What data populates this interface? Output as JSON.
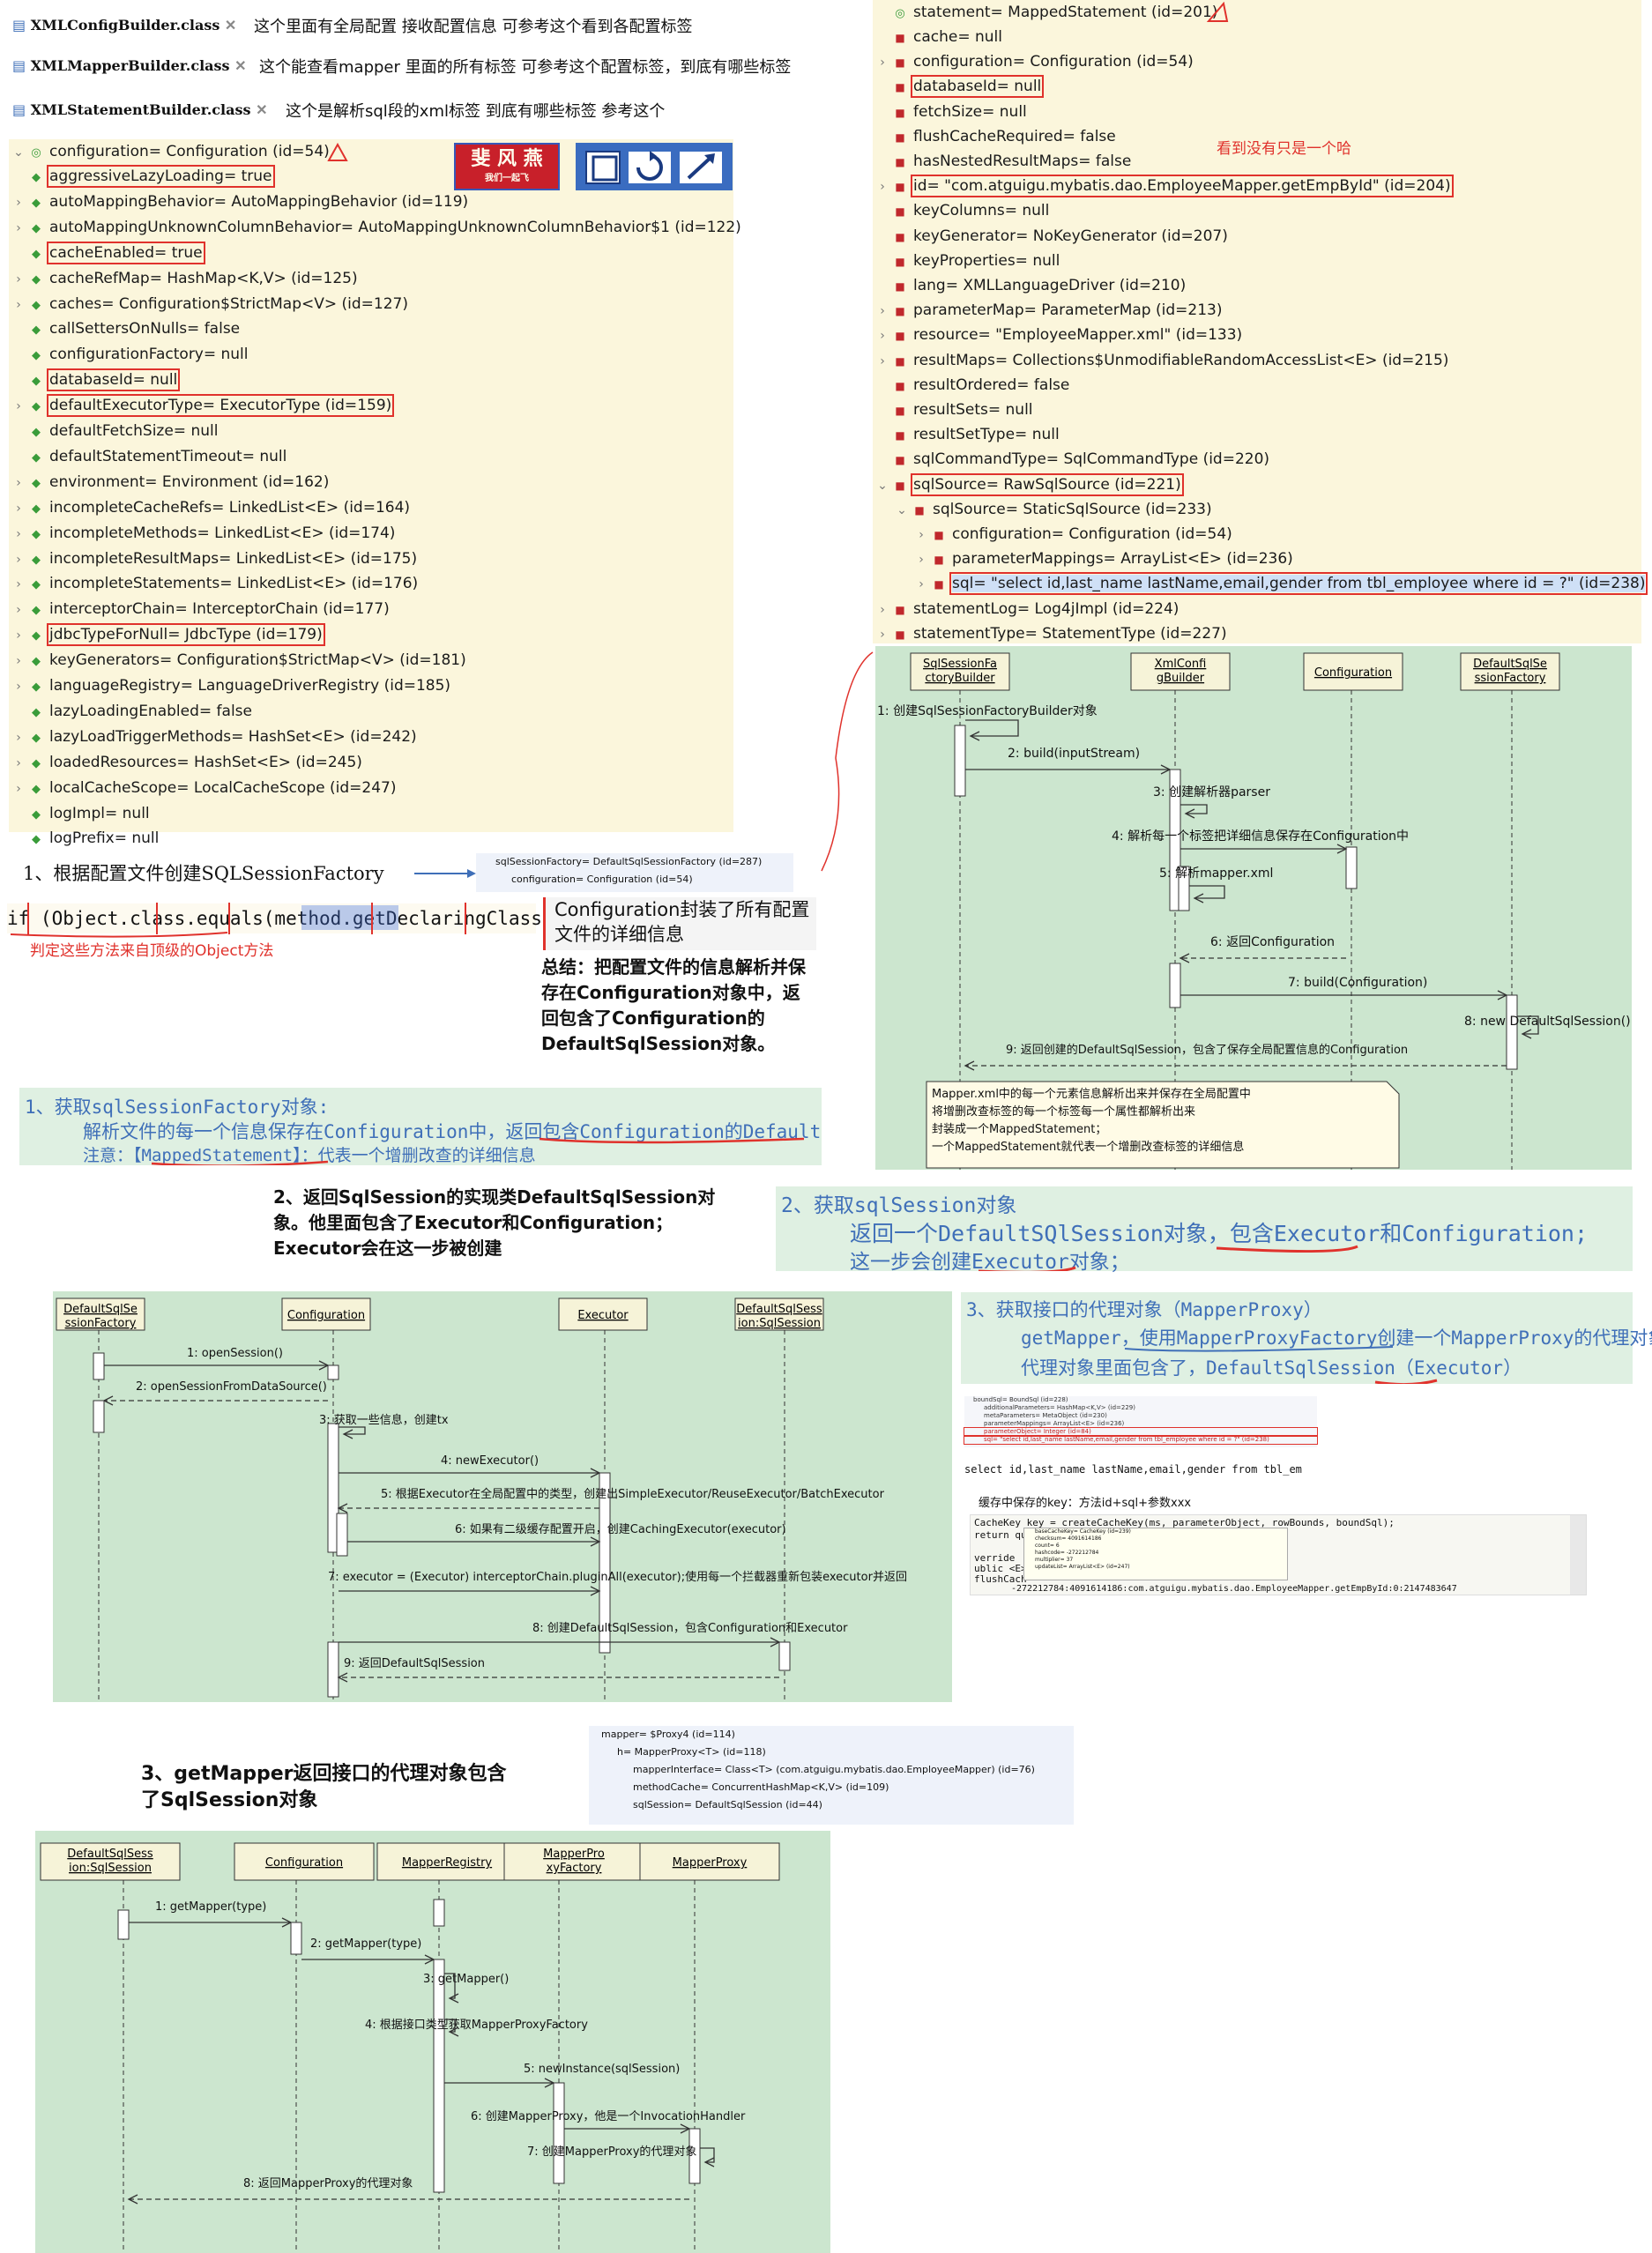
{
  "files": [
    {
      "name": "XMLConfigBuilder.class",
      "note": "这个里面有全局配置 接收配置信息 可参考这个看到各配置标签"
    },
    {
      "name": "XMLMapperBuilder.class",
      "note": "这个能查看mapper 里面的所有标签 可参考这个配置标签，到底有哪些标签"
    },
    {
      "name": "XMLStatementBuilder.class",
      "note": "这个是解析sql段的xml标签 到底有哪些标签 参考这个"
    }
  ],
  "config_tree": {
    "root": "configuration= Configuration  (id=54)",
    "items": [
      "aggressiveLazyLoading= true",
      "autoMappingBehavior= AutoMappingBehavior  (id=119)",
      "autoMappingUnknownColumnBehavior= AutoMappingUnknownColumnBehavior$1  (id=122)",
      "cacheEnabled= true",
      "cacheRefMap= HashMap<K,V>  (id=125)",
      "caches= Configuration$StrictMap<V>  (id=127)",
      "callSettersOnNulls= false",
      "configurationFactory= null",
      "databaseId= null",
      "defaultExecutorType= ExecutorType  (id=159)",
      "defaultFetchSize= null",
      "defaultStatementTimeout= null",
      "environment= Environment  (id=162)",
      "incompleteCacheRefs= LinkedList<E>  (id=164)",
      "incompleteMethods= LinkedList<E>  (id=174)",
      "incompleteResultMaps= LinkedList<E>  (id=175)",
      "incompleteStatements= LinkedList<E>  (id=176)",
      "interceptorChain= InterceptorChain  (id=177)",
      "jdbcTypeForNull= JdbcType  (id=179)",
      "keyGenerators= Configuration$StrictMap<V>  (id=181)",
      "languageRegistry= LanguageDriverRegistry  (id=185)",
      "lazyLoadingEnabled= false",
      "lazyLoadTriggerMethods= HashSet<E>  (id=242)",
      "loadedResources= HashSet<E>  (id=245)",
      "localCacheScope= LocalCacheScope  (id=247)",
      "logImpl= null",
      "logPrefix= null"
    ],
    "logo": "斐 风 燕",
    "logo_sub": "我们一起飞"
  },
  "statement_tree": {
    "root": "statement= MappedStatement  (id=201)",
    "items": [
      "cache= null",
      "configuration= Configuration  (id=54)",
      "databaseId= null",
      "fetchSize= null",
      "flushCacheRequired= false",
      "hasNestedResultMaps= false",
      "id= \"com.atguigu.mybatis.dao.EmployeeMapper.getEmpById\"  (id=204)",
      "keyColumns= null",
      "keyGenerator= NoKeyGenerator  (id=207)",
      "keyProperties= null",
      "lang= XMLLanguageDriver  (id=210)",
      "parameterMap= ParameterMap  (id=213)",
      "resource= \"EmployeeMapper.xml\"  (id=133)",
      "resultMaps= Collections$UnmodifiableRandomAccessList<E>  (id=215)",
      "resultOrdered= false",
      "resultSets= null",
      "resultSetType= null",
      "sqlCommandType= SqlCommandType  (id=220)",
      "sqlSource= RawSqlSource  (id=221)",
      "sqlSource= StaticSqlSource  (id=233)",
      "configuration= Configuration  (id=54)",
      "parameterMappings= ArrayList<E>  (id=236)",
      "sql= \"select id,last_name lastName,email,gender from tbl_employee where id = ?\" (id=238)",
      "statementLog= Log4jImpl  (id=224)",
      "statementType= StatementType  (id=227)"
    ],
    "annotation": "看到没有只是一个哈"
  },
  "section1": {
    "title": "1、根据配置文件创建SQLSessionFactory",
    "mini1": "sqlSessionFactory= DefaultSqlSessionFactory  (id=287)",
    "mini2": "configuration= Configuration  (id=54)",
    "code": "if (Object.class.equals(method.getDeclaringClass())) {",
    "code_note": "判定这些方法来自顶级的Object方法",
    "config_note": "Configuration封装了所有配置文件的详细信息",
    "summary": "总结：把配置文件的信息解析并保存在Configuration对象中，返回包含了Configuration的DefaultSqlSession对象。",
    "blue1": "1、获取sqlSessionFactory对象:",
    "blue2": "解析文件的每一个信息保存在Configuration中，返回包含Configuration的DefaultS",
    "blue3": "注意：【MappedStatement】：代表一个增删改查的详细信息"
  },
  "seq1": {
    "actors": [
      "SqlSessionFactoryBuilder",
      "XmlConfigBuilder",
      "Configuration",
      "DefaultSqlSessionFactory"
    ],
    "msgs": [
      "1: 创建SqlSessionFactoryBuilder对象",
      "2: build(inputStream)",
      "3: 创建解析器parser",
      "4: 解析每一个标签把详细信息保存在Configuration中",
      "5: 解析mapper.xml",
      "6: 返回Configuration",
      "7: build(Configuration)",
      "8: new DefaultSqlSession()",
      "9: 返回创建的DefaultSqlSession，包含了保存全局配置信息的Configuration"
    ],
    "note": [
      "Mapper.xml中的每一个元素信息解析出来并保存在全局配置中",
      "将增删改查标签的每一个标签每一个属性都解析出来",
      "封装成一个MappedStatement；",
      "一个MappedStatement就代表一个增删改查标签的详细信息"
    ]
  },
  "section2": {
    "title": "2、返回SqlSession的实现类DefaultSqlSession对象。他里面包含了Executor和Configuration；Executor会在这一步被创建",
    "blue1": "2、获取sqlSession对象",
    "blue2": "返回一个DefaultSQlSession对象，包含Executor和Configuration;",
    "blue3": "这一步会创建Executor对象；"
  },
  "seq2": {
    "actors": [
      "DefaultSqlSessionFactory",
      "Configuration",
      "Executor",
      "DefaultSqlSession:SqlSession"
    ],
    "msgs": [
      "1: openSession()",
      "2: openSessionFromDataSource()",
      "3: 获取一些信息，创建tx",
      "4: newExecutor()",
      "5: 根据Executor在全局配置中的类型，创建出SimpleExecutor/ReuseExecutor/BatchExecutor",
      "6: 如果有二级缓存配置开启，创建CachingExecutor(executor)",
      "7: executor = (Executor) interceptorChain.pluginAll(executor);使用每一个拦截器重新包装executor并返回",
      "8: 创建DefaultSqlSession，包含Configuration和Executor",
      "9: 返回DefaultSqlSession"
    ]
  },
  "section3": {
    "blue1": "3、获取接口的代理对象（MapperProxy）",
    "blue2": "getMapper，使用MapperProxyFactory创建一个MapperProxy的代理对象",
    "blue3": "代理对象里面包含了，DefaultSqlSession（Executor）",
    "bound": [
      "boundSql= BoundSql  (id=228)",
      "additionalParameters= HashMap<K,V>  (id=229)",
      "metaParameters= MetaObject  (id=230)",
      "parameterMappings= ArrayList<E>  (id=236)",
      "parameterObject= Integer  (id=84)",
      "sql= \"select id,last_name lastName,email,gender from tbl_employee where id = ?\" (id=238)"
    ],
    "sql_line": "select id,last_name lastName,email,gender from tbl_em",
    "cache_note": "缓存中保存的key：方法id+sql+参数xxx",
    "cache_code1": "CacheKey key = createCacheKey(ms, parameterObject, rowBounds, boundSql);",
    "cache_code2": "return qu",
    "cache_code3": "verride",
    "cache_code4": "ublic <E>",
    "cache_code5": "flushCach",
    "cache_key": "-272212784:4091614186:com.atguigu.mybatis.dao.EmployeeMapper.getEmpById:0:2147483647",
    "cache_items": [
      "baseCacheKey= CacheKey  (id=239)",
      "checksum= 4091614186",
      "count= 6",
      "hashcode= -272212784",
      "multiplier= 37",
      "updateList= ArrayList<E>  (id=247)"
    ],
    "mapper_tree": [
      "mapper= $Proxy4  (id=114)",
      "h= MapperProxy<T>  (id=118)",
      "mapperInterface= Class<T> (com.atguigu.mybatis.dao.EmployeeMapper) (id=76)",
      "methodCache= ConcurrentHashMap<K,V>  (id=109)",
      "sqlSession= DefaultSqlSession  (id=44)"
    ],
    "title": "3、getMapper返回接口的代理对象包含了SqlSession对象"
  },
  "seq3": {
    "actors": [
      "DefaultSqlSession:SqlSession",
      "Configuration",
      "MapperRegistry",
      "MapperProxyFactory",
      "MapperProxy"
    ],
    "msgs": [
      "1: getMapper(type)",
      "2: getMapper(type)",
      "3: getMapper()",
      "4: 根据接口类型获取MapperProxyFactory",
      "5: newInstance(sqlSession)",
      "6: 创建MapperProxy，他是一个InvocationHandler",
      "7: 创建MapperProxy的代理对象",
      "8: 返回MapperProxy的代理对象"
    ]
  }
}
